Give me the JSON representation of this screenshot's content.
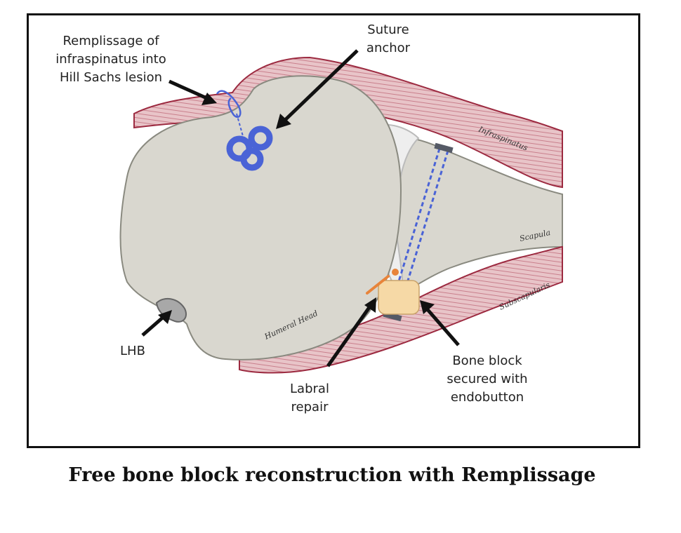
{
  "caption": "Free bone block reconstruction with Remplissage",
  "callouts": {
    "remplissage": "Remplissage of\ninfraspinatus into\nHill Sachs lesion",
    "suture_anchor": "Suture\nanchor",
    "lhb": "LHB",
    "labral_repair": "Labral\nrepair",
    "bone_block": "Bone block\nsecured with\nendobutton"
  },
  "anatomy_labels": {
    "infraspinatus": "Infraspinatus",
    "scapula": "Scapula",
    "subscapularis": "Subscapularis",
    "humeral_head": "Humeral Head"
  },
  "colors": {
    "bone": "#d9d7cf",
    "bone_outline": "#8a8a80",
    "muscle": "#d8a7ae",
    "muscle_outline": "#9c2a40",
    "anchor": "#4a63d6",
    "bone_block": "#f6d9a6",
    "labral_repair": "#e8843a",
    "lhb": "#a8a8a8"
  }
}
